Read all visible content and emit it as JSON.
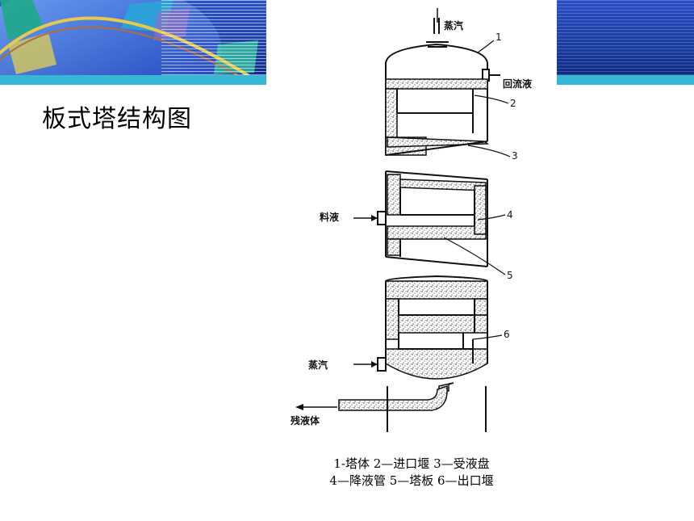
{
  "slide": {
    "title": "板式塔结构图"
  },
  "diagram": {
    "labels": {
      "steam_out": "蒸汽",
      "reflux": "回流液",
      "feed": "料液",
      "steam_in": "蒸汽",
      "residue": "残液体"
    },
    "numbers": [
      "1",
      "2",
      "3",
      "4",
      "5",
      "6"
    ]
  },
  "caption": {
    "line1": "1-塔体  2—进口堰  3—受液盘",
    "line2": "4—降液管  5—塔板  6—出口堰"
  },
  "colors": {
    "banner_blue": "#1e3fa6",
    "banner_stripe": "#34b8d6",
    "ink": "#111111"
  }
}
